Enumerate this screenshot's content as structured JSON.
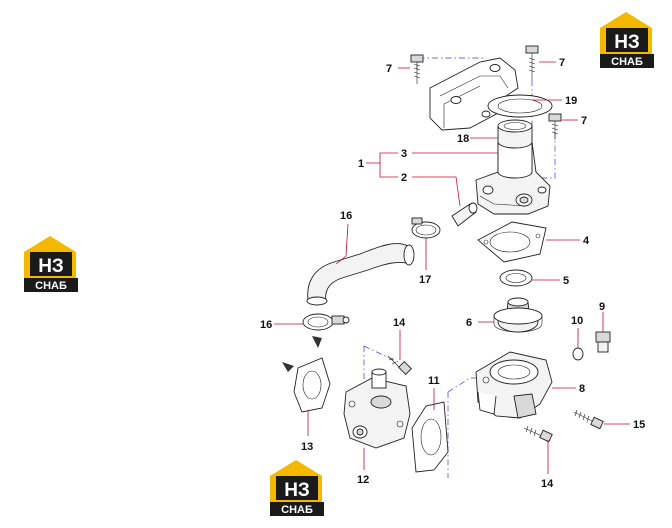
{
  "logo": {
    "main": "НЗ",
    "sub": "СНАБ"
  },
  "callouts": [
    {
      "id": "c1",
      "label": "1"
    },
    {
      "id": "c2",
      "label": "2"
    },
    {
      "id": "c3",
      "label": "3"
    },
    {
      "id": "c4",
      "label": "4"
    },
    {
      "id": "c5",
      "label": "5"
    },
    {
      "id": "c6",
      "label": "6"
    },
    {
      "id": "c7a",
      "label": "7"
    },
    {
      "id": "c7b",
      "label": "7"
    },
    {
      "id": "c7c",
      "label": "7"
    },
    {
      "id": "c8",
      "label": "8"
    },
    {
      "id": "c9",
      "label": "9"
    },
    {
      "id": "c10",
      "label": "10"
    },
    {
      "id": "c11",
      "label": "11"
    },
    {
      "id": "c12",
      "label": "12"
    },
    {
      "id": "c13",
      "label": "13"
    },
    {
      "id": "c14a",
      "label": "14"
    },
    {
      "id": "c14b",
      "label": "14"
    },
    {
      "id": "c15",
      "label": "15"
    },
    {
      "id": "c16a",
      "label": "16"
    },
    {
      "id": "c16b",
      "label": "16"
    },
    {
      "id": "c17",
      "label": "17"
    },
    {
      "id": "c18",
      "label": "18"
    },
    {
      "id": "c19",
      "label": "19"
    }
  ],
  "colors": {
    "leader": "#c8102e",
    "axis": "#3a3ad8",
    "logo_yellow": "#f5b800",
    "logo_dark": "#1a1a1a"
  }
}
